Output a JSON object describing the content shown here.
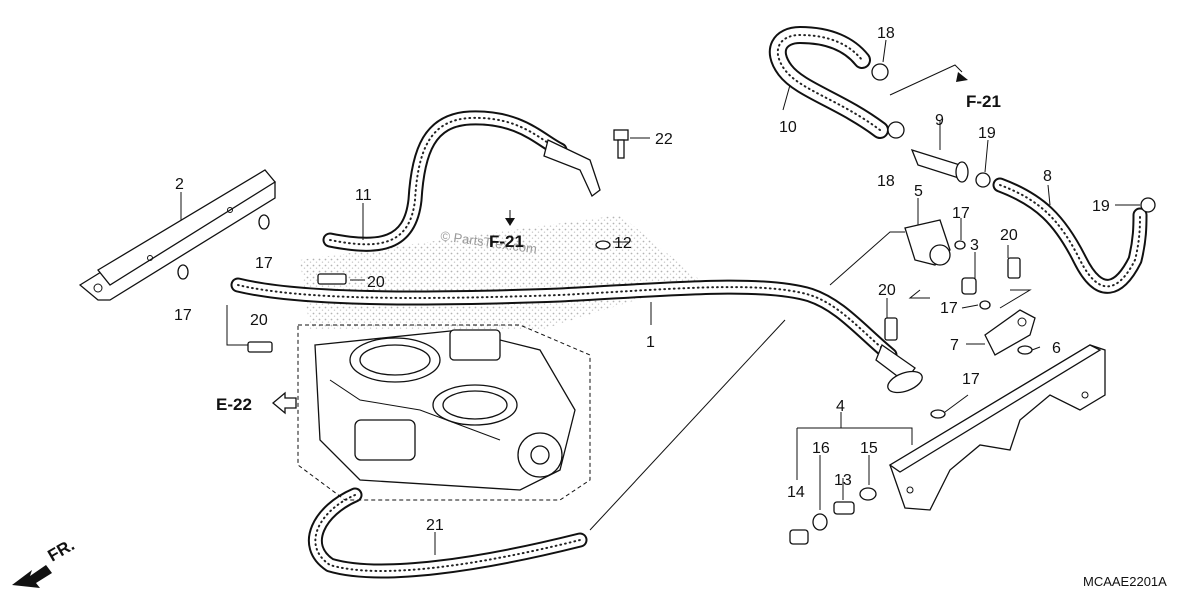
{
  "diagram": {
    "code": "MCAAE2201A",
    "watermark": "© PartsTrex.com",
    "direction_label": "FR.",
    "refs": {
      "f21_top": "F-21",
      "f21_mid": "F-21",
      "e22": "E-22"
    },
    "callouts": {
      "c1": "1",
      "c2": "2",
      "c3": "3",
      "c4": "4",
      "c5": "5",
      "c6": "6",
      "c7": "7",
      "c8": "8",
      "c9": "9",
      "c10": "10",
      "c11": "11",
      "c12": "12",
      "c13": "13",
      "c14": "14",
      "c15": "15",
      "c16": "16",
      "c17a": "17",
      "c17b": "17",
      "c17c": "17",
      "c17d": "17",
      "c17e": "17",
      "c18a": "18",
      "c18b": "18",
      "c19a": "19",
      "c19b": "19",
      "c20a": "20",
      "c20b": "20",
      "c20c": "20",
      "c20d": "20",
      "c21": "21",
      "c22": "22"
    }
  }
}
